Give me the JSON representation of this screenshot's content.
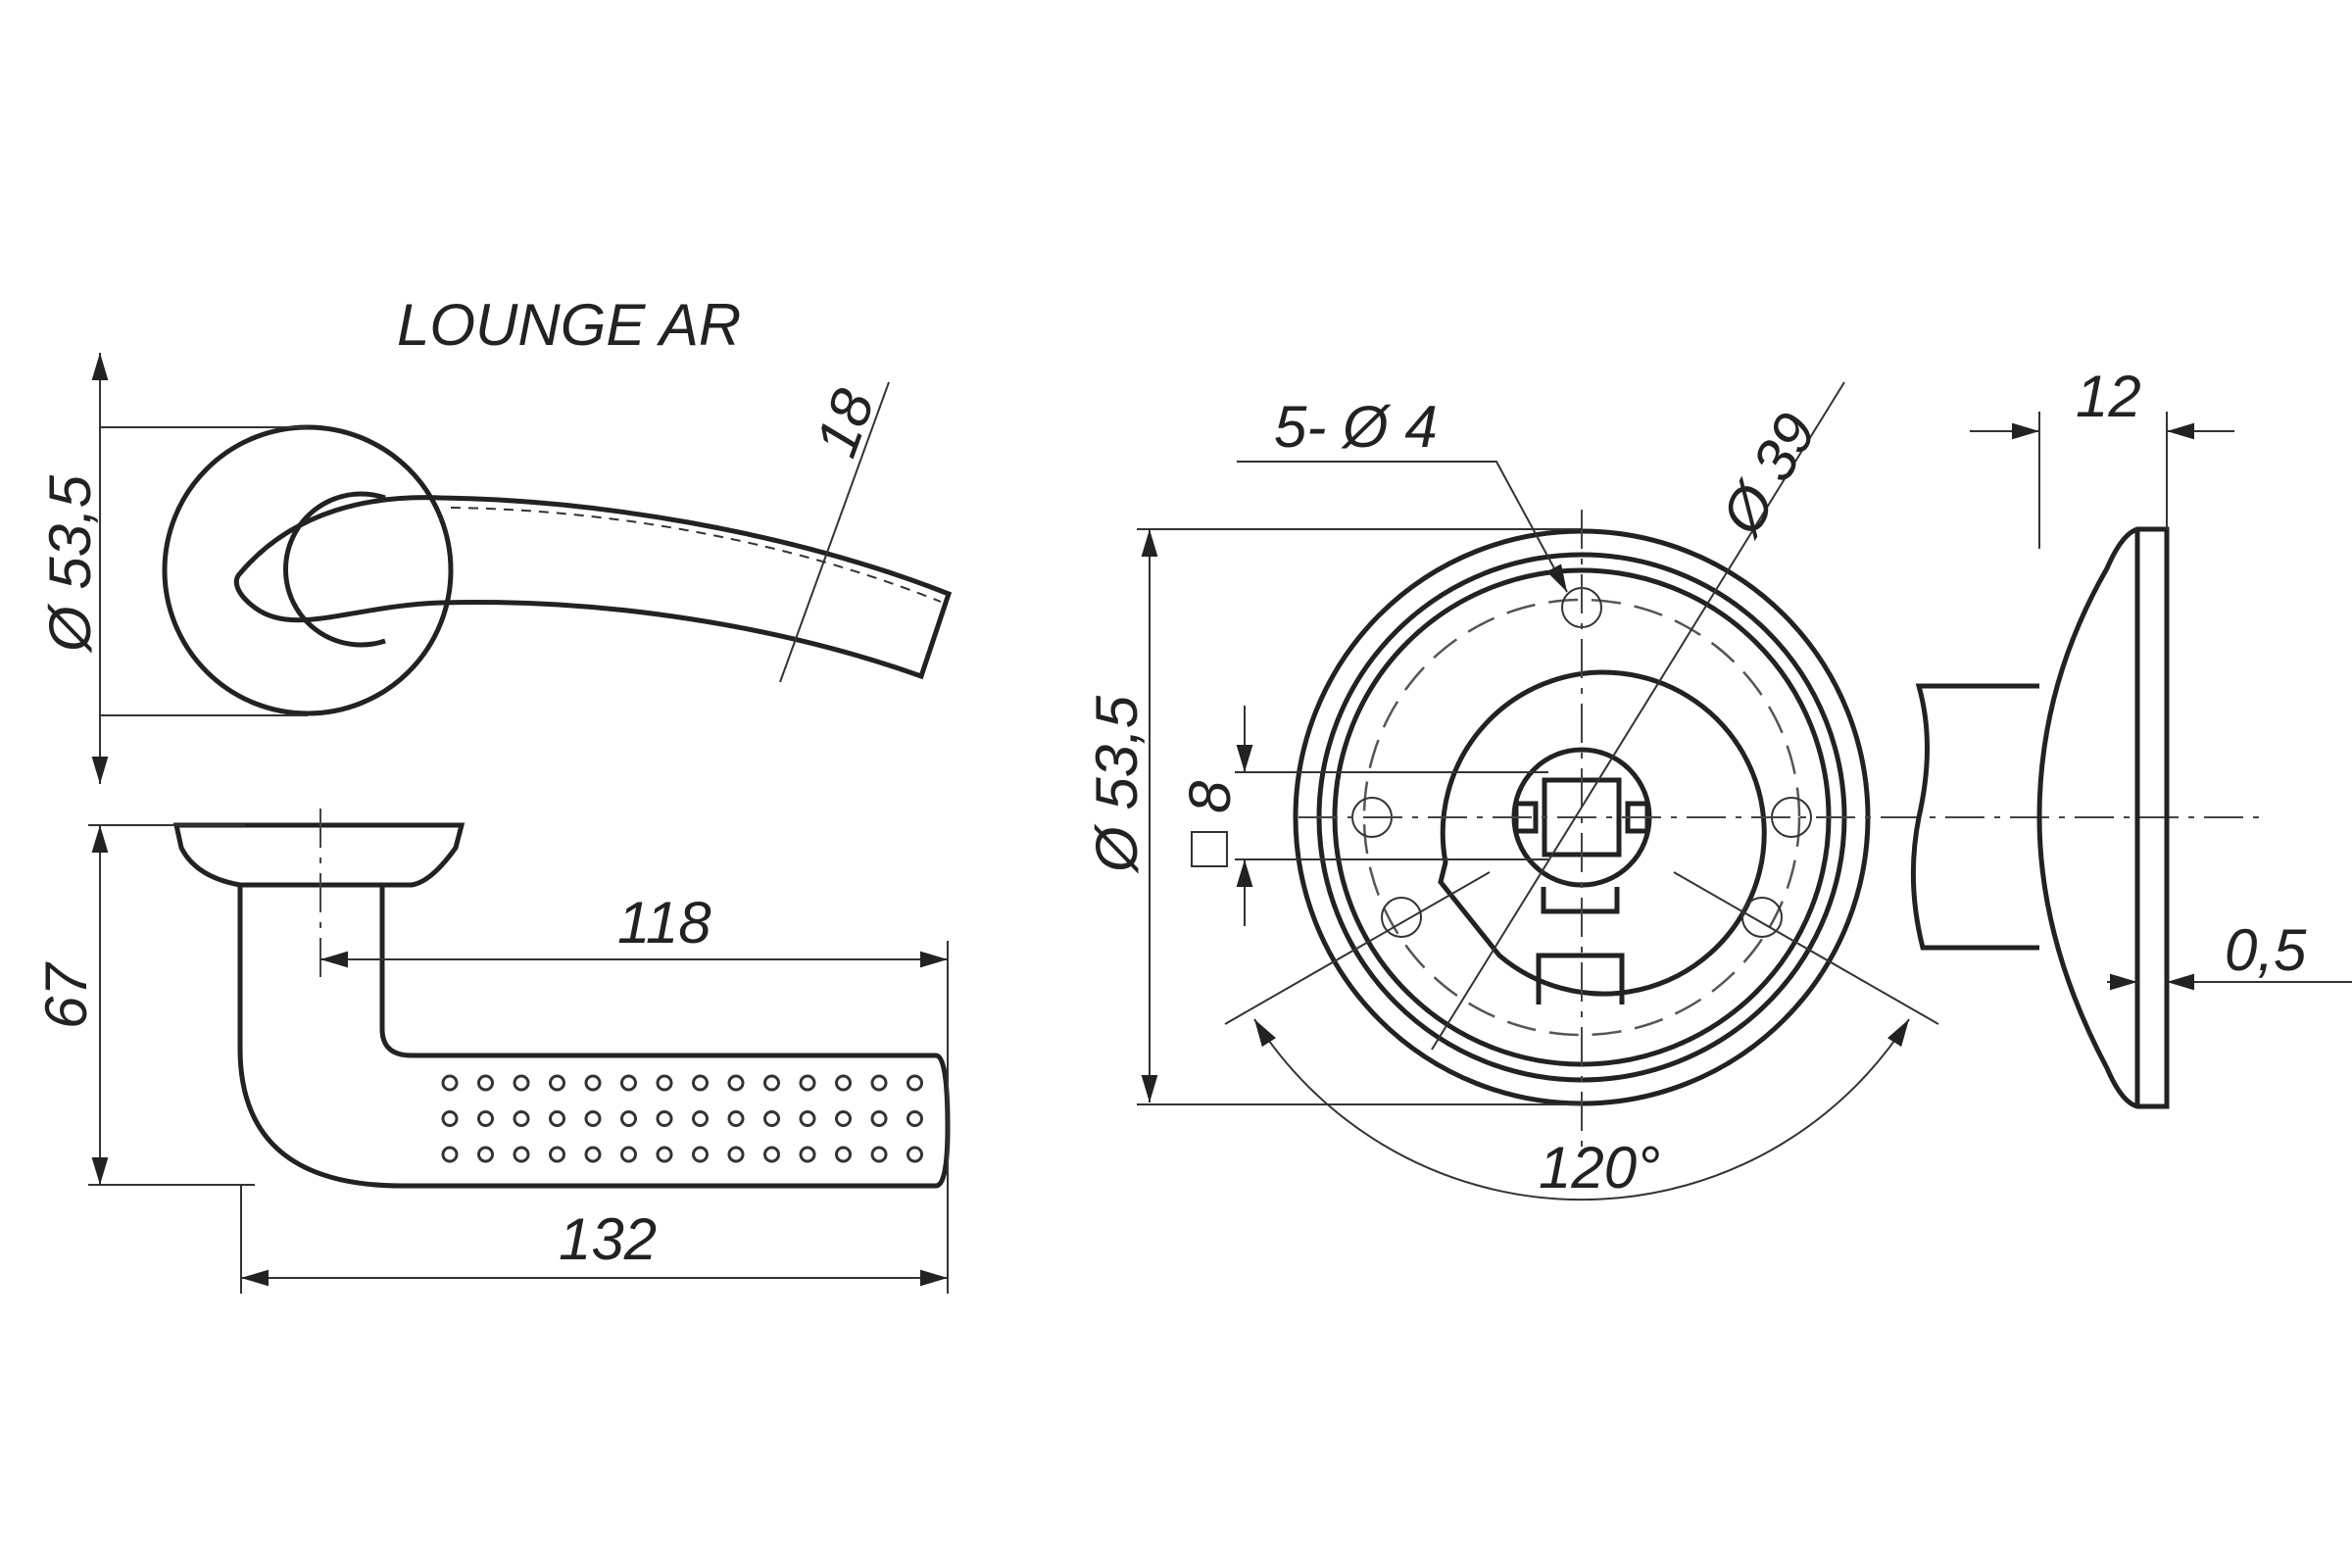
{
  "title": "LOUNGE AR",
  "dimensions": {
    "top_view_diameter": "Ø 53,5",
    "lever_width": "18",
    "side_height": "67",
    "lever_length_inner": "118",
    "lever_length_total": "132",
    "holes": "5- Ø 4",
    "bolt_circle_diameter": "Ø 39",
    "rosette_diameter": "Ø 53,5",
    "square_spindle": "8",
    "angle": "120°",
    "rosette_thickness": "12",
    "gap": "0,5"
  },
  "colors": {
    "line": "#222222",
    "background": "#ffffff"
  }
}
